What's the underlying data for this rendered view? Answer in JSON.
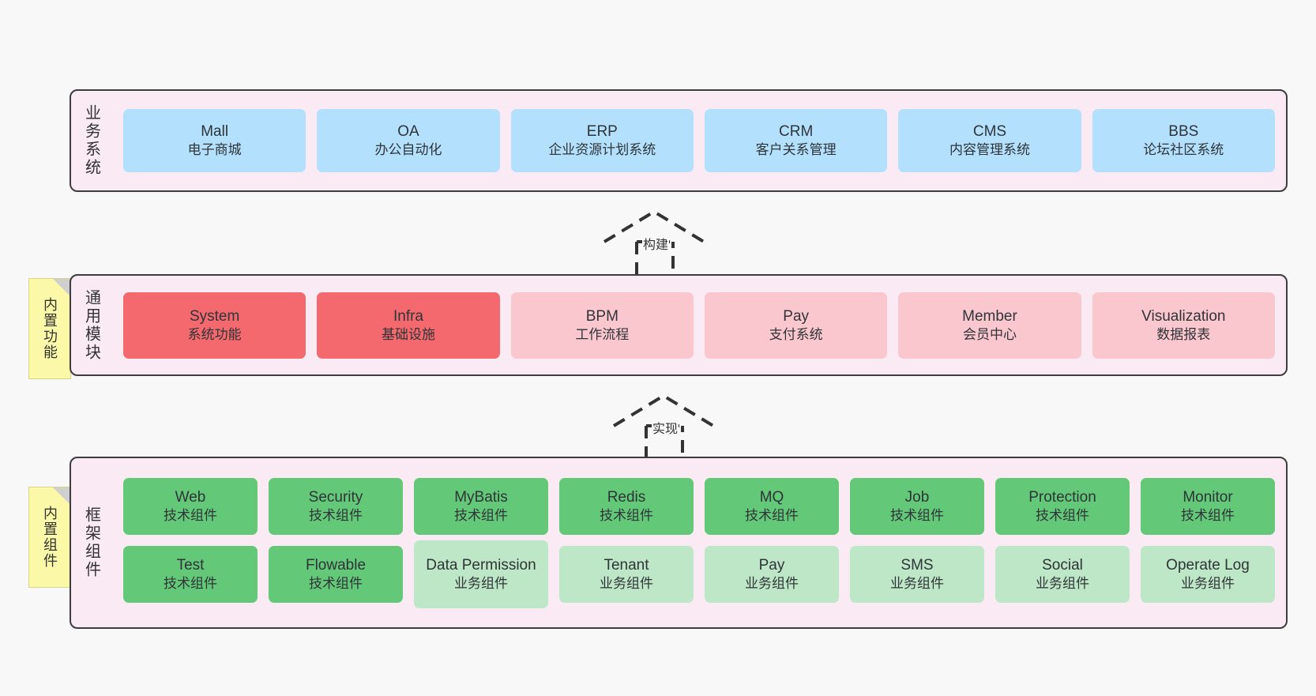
{
  "diagram": {
    "background": "#f8f8f8",
    "layers": [
      {
        "id": "business",
        "title": "业务系统",
        "note": null,
        "rows": [
          {
            "cards": [
              {
                "en": "Mall",
                "cn": "电子商城",
                "color": "#b3e0fc"
              },
              {
                "en": "OA",
                "cn": "办公自动化",
                "color": "#b3e0fc"
              },
              {
                "en": "ERP",
                "cn": "企业资源计划系统",
                "color": "#b3e0fc"
              },
              {
                "en": "CRM",
                "cn": "客户关系管理",
                "color": "#b3e0fc"
              },
              {
                "en": "CMS",
                "cn": "内容管理系统",
                "color": "#b3e0fc"
              },
              {
                "en": "BBS",
                "cn": "论坛社区系统",
                "color": "#b3e0fc"
              }
            ]
          }
        ]
      },
      {
        "id": "common-module",
        "title": "通用模块",
        "note": "内置功能",
        "rows": [
          {
            "cards": [
              {
                "en": "System",
                "cn": "系统功能",
                "color": "#f4696e"
              },
              {
                "en": "Infra",
                "cn": "基础设施",
                "color": "#f4696e"
              },
              {
                "en": "BPM",
                "cn": "工作流程",
                "color": "#fbc7cf"
              },
              {
                "en": "Pay",
                "cn": "支付系统",
                "color": "#fbc7cf"
              },
              {
                "en": "Member",
                "cn": "会员中心",
                "color": "#fbc7cf"
              },
              {
                "en": "Visualization",
                "cn": "数据报表",
                "color": "#fbc7cf"
              }
            ]
          }
        ]
      },
      {
        "id": "framework-component",
        "title": "框架组件",
        "note": "内置组件",
        "rows": [
          {
            "cards": [
              {
                "en": "Web",
                "cn": "技术组件",
                "color": "#63c878"
              },
              {
                "en": "Security",
                "cn": "技术组件",
                "color": "#63c878"
              },
              {
                "en": "MyBatis",
                "cn": "技术组件",
                "color": "#63c878"
              },
              {
                "en": "Redis",
                "cn": "技术组件",
                "color": "#63c878"
              },
              {
                "en": "MQ",
                "cn": "技术组件",
                "color": "#63c878"
              },
              {
                "en": "Job",
                "cn": "技术组件",
                "color": "#63c878"
              },
              {
                "en": "Protection",
                "cn": "技术组件",
                "color": "#63c878"
              },
              {
                "en": "Monitor",
                "cn": "技术组件",
                "color": "#63c878"
              }
            ]
          },
          {
            "cards": [
              {
                "en": "Test",
                "cn": "技术组件",
                "color": "#63c878"
              },
              {
                "en": "Flowable",
                "cn": "技术组件",
                "color": "#63c878"
              },
              {
                "en": "Data Permission",
                "cn": "业务组件",
                "color": "#bde7c6"
              },
              {
                "en": "Tenant",
                "cn": "业务组件",
                "color": "#bde7c6"
              },
              {
                "en": "Pay",
                "cn": "业务组件",
                "color": "#bde7c6"
              },
              {
                "en": "SMS",
                "cn": "业务组件",
                "color": "#bde7c6"
              },
              {
                "en": "Social",
                "cn": "业务组件",
                "color": "#bde7c6"
              },
              {
                "en": "Operate Log",
                "cn": "业务组件",
                "color": "#bde7c6"
              }
            ]
          }
        ]
      }
    ],
    "connectors": [
      {
        "id": "build",
        "label": "构建"
      },
      {
        "id": "implement",
        "label": "实现"
      }
    ]
  }
}
